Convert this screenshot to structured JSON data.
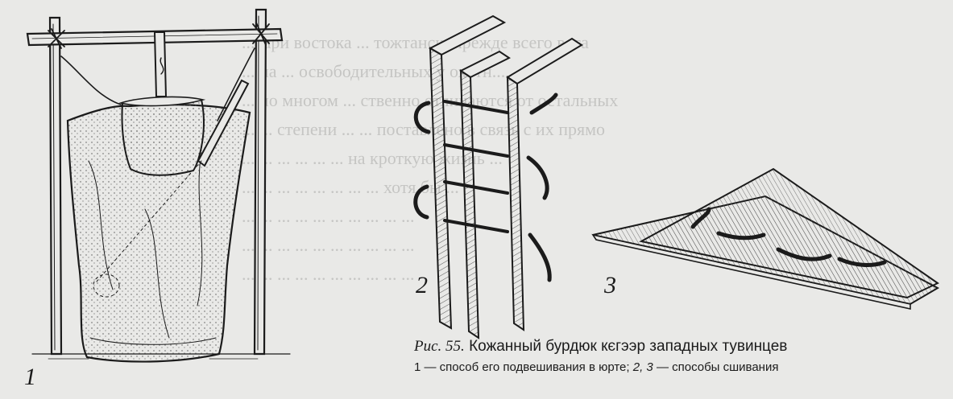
{
  "figure": {
    "label": "Рис. 55.",
    "title": "Кожанный бурдюк кєгээр западных тувинцев",
    "subcaption_part1": "1 — способ его подвешивания в юрте;",
    "subcaption_nums": "2, 3",
    "subcaption_part2": "— способы сшивания"
  },
  "panels": [
    {
      "number": "1"
    },
    {
      "number": "2"
    },
    {
      "number": "3"
    }
  ],
  "background_text_lines": [
    "...вари востока ... тожтанск, прежде всего вста",
    "... на ... освободительных у охотн...",
    "... по многом ... ственно отличаются от остальных",
    "... ... степени ... ... поставлено в связь с их прямо",
    "... ... ... ... ... ... на кроткую жизнь ...",
    "... ... ... ... ... ... ... ... хотя бы ...",
    "... ... ... ... ... ... ... ... ... ...",
    "... ... ... ... ... ... ... ... ... ...",
    "... ... ... ... ... ... ... ... ... ..."
  ],
  "colors": {
    "paper": "#e9e9e7",
    "ink": "#1b1b1b",
    "bleed": "#b9b9b7"
  }
}
